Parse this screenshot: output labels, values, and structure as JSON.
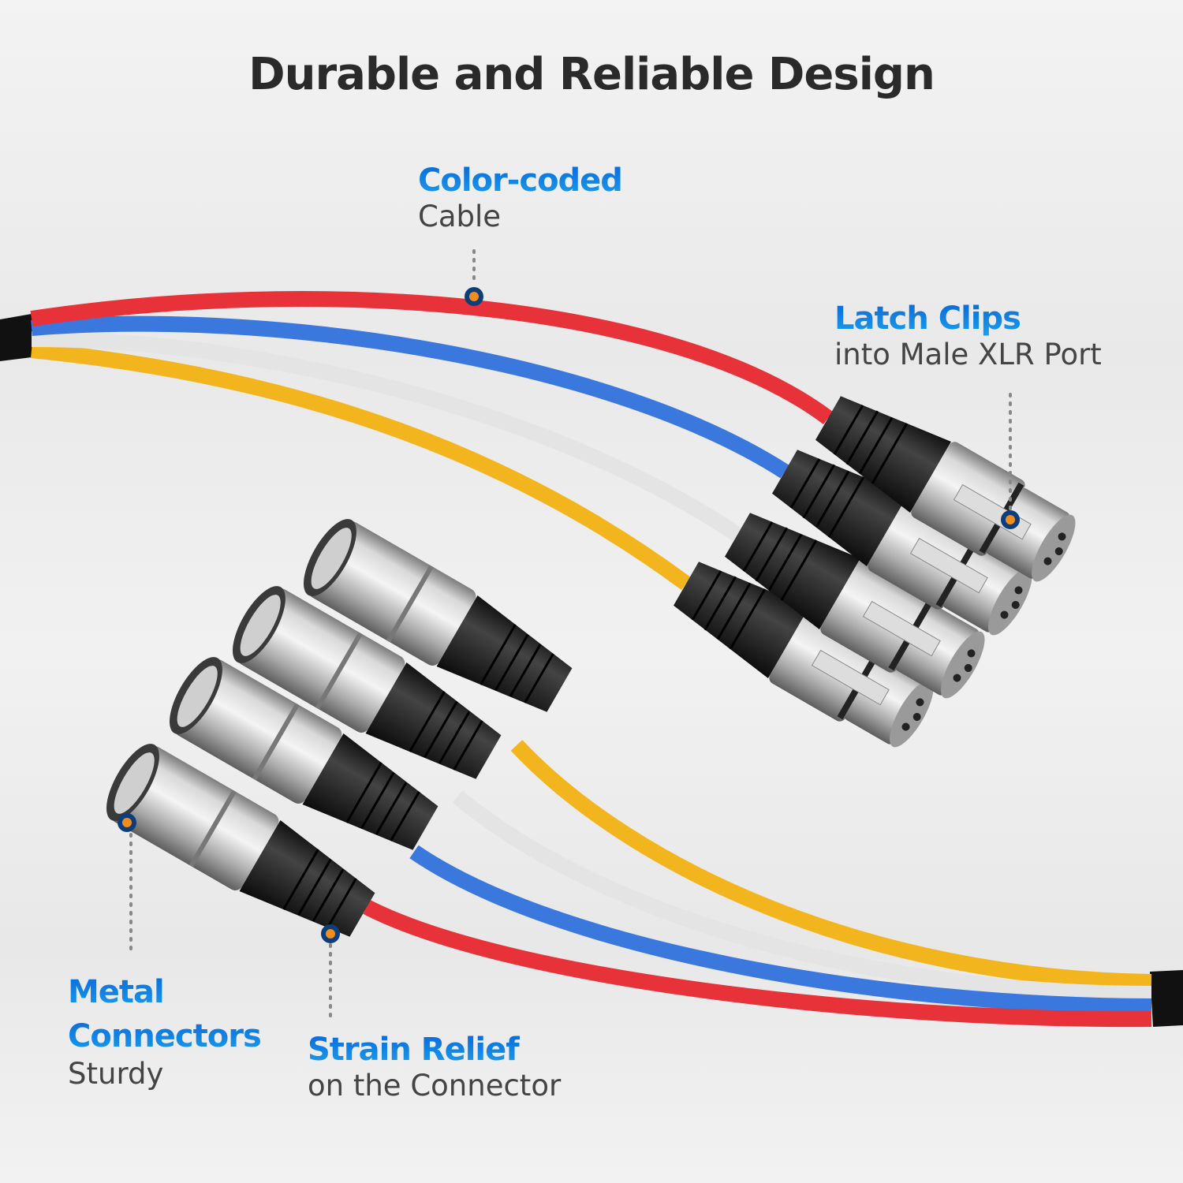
{
  "title": "Durable and Reliable Design",
  "callouts": {
    "color_coded": {
      "heading": "Color-coded",
      "sub": "Cable"
    },
    "latch_clips": {
      "heading": "Latch Clips",
      "sub": "into Male XLR Port"
    },
    "metal_connectors": {
      "heading_1": "Metal",
      "heading_2": "Connectors",
      "sub": "Sturdy"
    },
    "strain_relief": {
      "heading": "Strain Relief",
      "sub": "on the Connector"
    }
  },
  "colors": {
    "red": "#e8323a",
    "blue": "#3b78de",
    "white": "#e6e6e6",
    "yellow": "#f2b51e",
    "accent": "#1a7fe0",
    "marker": "#f28c1e"
  }
}
